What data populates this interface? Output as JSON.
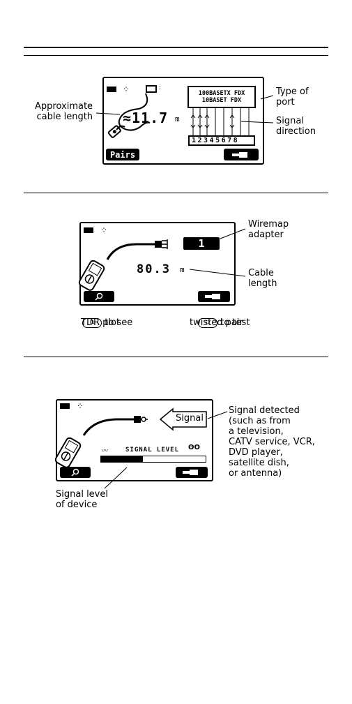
{
  "fig1": {
    "length_value": "≈11.7",
    "length_unit": "m",
    "port_line1": "100BASETX FDX",
    "port_line2": "10BASET FDX",
    "pins": "12345678",
    "softkey_left": "Pairs",
    "callout_length": "Approximate\ncable length",
    "callout_port": "Type of\nport",
    "callout_signal": "Signal\ndirection"
  },
  "fig2": {
    "adapter_id": "1",
    "length_value": "80.3",
    "length_unit": "m",
    "callout_adapter": "Wiremap\nadapter",
    "callout_length": "Cable\nlength",
    "key_f1": "F1",
    "key_f2": "F2",
    "f1_text": "to see",
    "f1_text2": "TDR plot",
    "f2_text": "to test",
    "f2_text2": "twisted pair"
  },
  "fig3": {
    "signal_word": "Signal",
    "level_label": "SIGNAL LEVEL",
    "level_fraction": 0.4,
    "callout_detected": "Signal detected\n(such as from\na television,\nCATV service, VCR,\nDVD player,\nsatellite dish,\nor antenna)",
    "callout_level": "Signal level\nof device"
  }
}
